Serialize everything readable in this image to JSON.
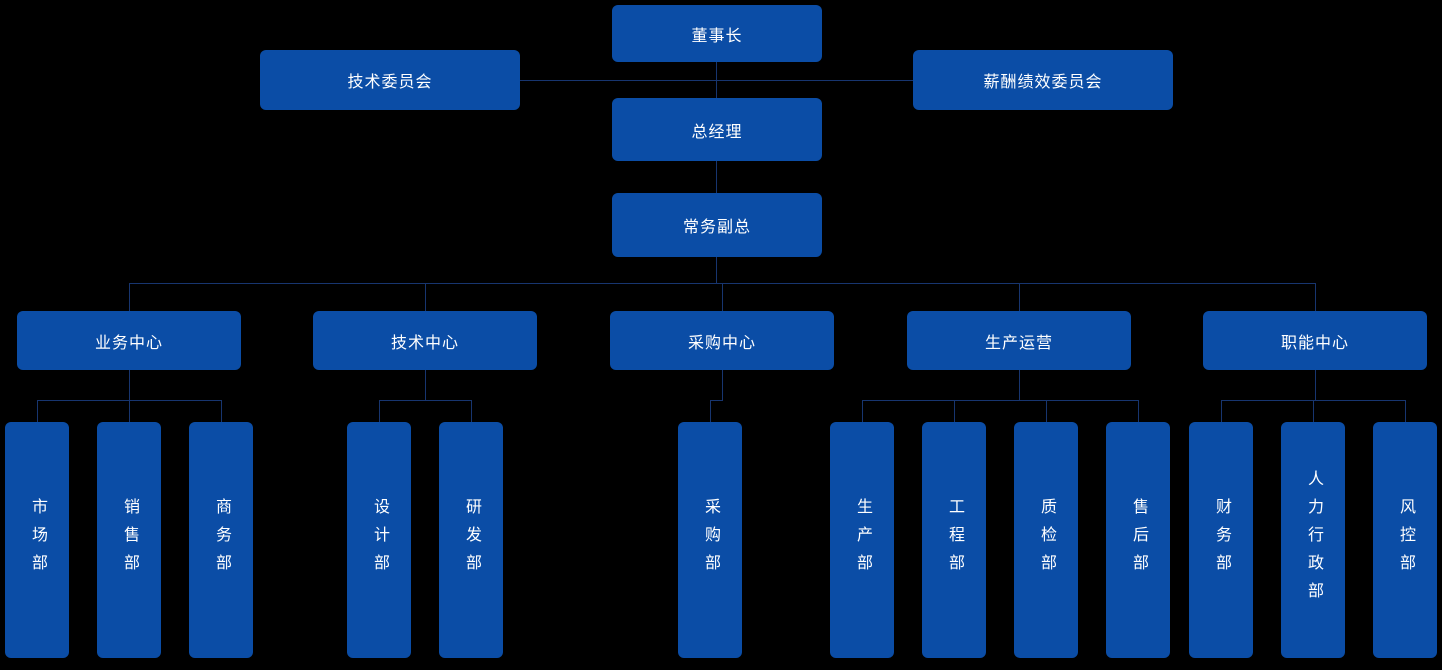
{
  "org_chart": {
    "chairman": "董事长",
    "tech_committee": "技术委员会",
    "compensation_committee": "薪酬绩效委员会",
    "general_manager": "总经理",
    "executive_deputy": "常务副总",
    "centers": {
      "business": "业务中心",
      "technology": "技术中心",
      "procurement": "采购中心",
      "production": "生产运营",
      "functional": "职能中心"
    },
    "departments": {
      "marketing": "市场部",
      "sales": "销售部",
      "commerce": "商务部",
      "design": "设计部",
      "rnd": "研发部",
      "purchasing": "采购部",
      "production": "生产部",
      "engineering": "工程部",
      "quality": "质检部",
      "aftersales": "售后部",
      "finance": "财务部",
      "hr_admin": "人力行政部",
      "risk": "风控部"
    },
    "colors": {
      "box": "#0b4da6",
      "background": "#000000",
      "line": "#17356f",
      "text": "#ffffff"
    }
  }
}
